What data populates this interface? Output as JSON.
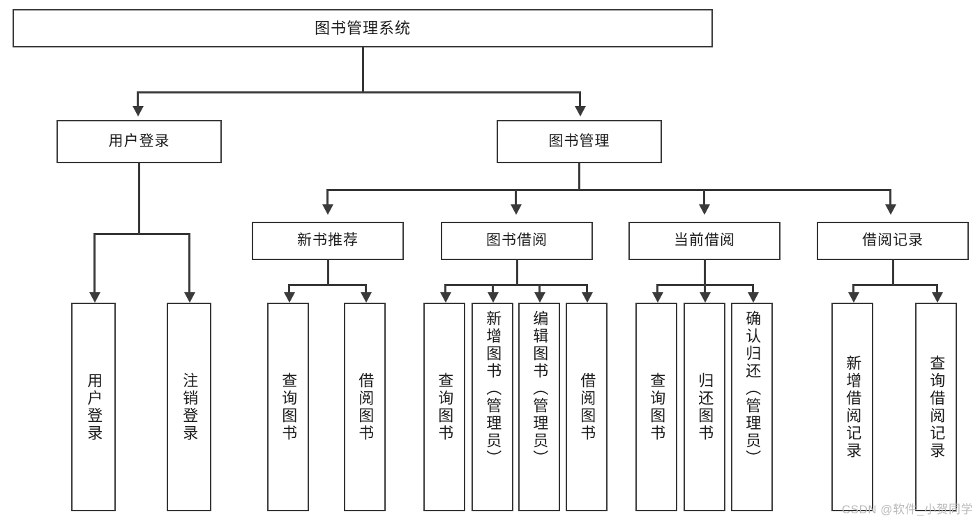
{
  "diagram": {
    "type": "tree-hierarchy",
    "root": {
      "label": "图书管理系统"
    },
    "level1": [
      {
        "label": "用户登录"
      },
      {
        "label": "图书管理"
      }
    ],
    "level2": [
      {
        "label": "新书推荐"
      },
      {
        "label": "图书借阅"
      },
      {
        "label": "当前借阅"
      },
      {
        "label": "借阅记录"
      }
    ],
    "leaves": {
      "user_login": [
        {
          "label": "用户登录"
        },
        {
          "label": "注销登录"
        }
      ],
      "new_book_recommend": [
        {
          "label": "查询图书"
        },
        {
          "label": "借阅图书"
        }
      ],
      "book_borrow": [
        {
          "label": "查询图书"
        },
        {
          "label": "新增图书（管理员）"
        },
        {
          "label": "编辑图书（管理员）"
        },
        {
          "label": "借阅图书"
        }
      ],
      "current_borrow": [
        {
          "label": "查询图书"
        },
        {
          "label": "归还图书"
        },
        {
          "label": "确认归还（管理员）"
        }
      ],
      "borrow_record": [
        {
          "label": "新增借阅记录"
        },
        {
          "label": "查询借阅记录"
        }
      ]
    }
  },
  "watermark": {
    "text": "CSDN @软件_小贺同学"
  },
  "colors": {
    "stroke": "#3a3a3a",
    "background": "#ffffff",
    "text": "#1b1b1b",
    "watermark": "#b9b9b9"
  }
}
